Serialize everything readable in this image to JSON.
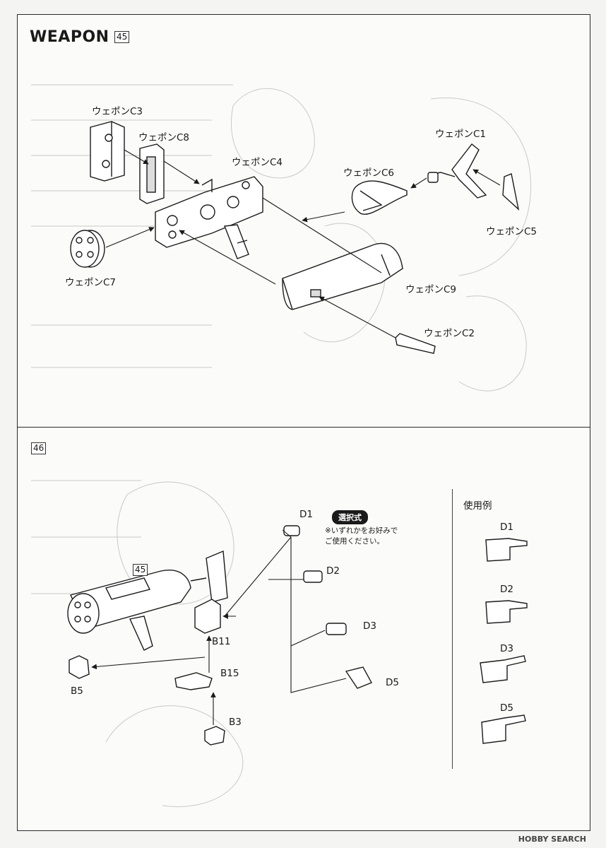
{
  "header": {
    "title": "WEAPON",
    "step_main": "45"
  },
  "step2": {
    "number": "46",
    "sub_ref": "45"
  },
  "parts_upper": {
    "c1": "ウェポンC1",
    "c2": "ウェポンC2",
    "c3": "ウェポンC3",
    "c4": "ウェポンC4",
    "c5": "ウェポンC5",
    "c6": "ウェポンC6",
    "c7": "ウェポンC7",
    "c8": "ウェポンC8",
    "c9": "ウェポンC9"
  },
  "parts_lower": {
    "d1": "D1",
    "d2": "D2",
    "d3": "D3",
    "d5": "D5",
    "b3": "B3",
    "b5": "B5",
    "b11": "B11",
    "b15": "B15"
  },
  "selection": {
    "tag": "選択式",
    "note_line1": "※いずれかをお好みで",
    "note_line2": "ご使用ください。"
  },
  "usage": {
    "title": "使用例",
    "labels": [
      "D1",
      "D2",
      "D3",
      "D5"
    ]
  },
  "watermark": "HOBBY SEARCH"
}
